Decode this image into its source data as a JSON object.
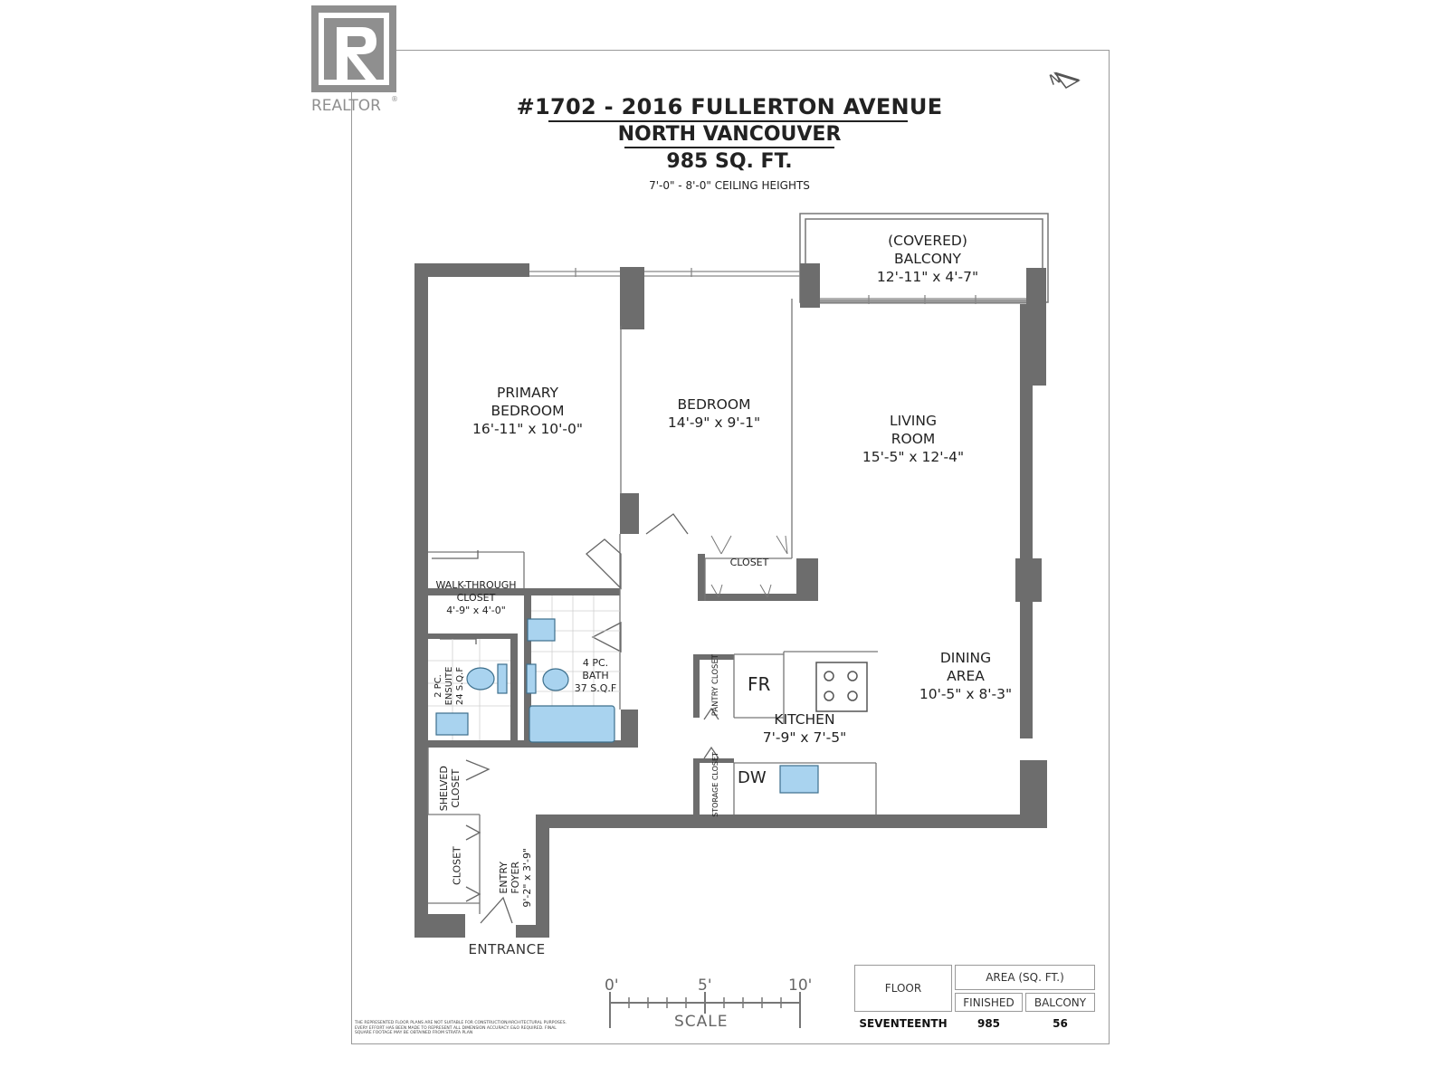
{
  "brand": {
    "name": "REALTOR",
    "trademark": "®"
  },
  "header": {
    "address": "#1702 - 2016 FULLERTON AVENUE",
    "city": "NORTH VANCOUVER",
    "total_area": "985 SQ. FT.",
    "ceiling": "7'-0\" - 8'-0\" CEILING HEIGHTS"
  },
  "compass": {
    "label": "N"
  },
  "rooms": {
    "balcony": {
      "line1": "(COVERED)",
      "line2": "BALCONY",
      "dims": "12'-11\" x 4'-7\""
    },
    "primary": {
      "line1": "PRIMARY",
      "line2": "BEDROOM",
      "dims": "16'-11\" x 10'-0\""
    },
    "bedroom": {
      "line1": "BEDROOM",
      "dims": "14'-9\" x 9'-1\""
    },
    "living": {
      "line1": "LIVING",
      "line2": "ROOM",
      "dims": "15'-5\" x 12'-4\""
    },
    "closet_bedroom": {
      "label": "CLOSET"
    },
    "walkthrough": {
      "line1": "WALK-THROUGH",
      "line2": "CLOSET",
      "dims": "4'-9\" x 4'-0\""
    },
    "ensuite": {
      "line1": "2 PC.",
      "line2": "ENSUITE",
      "area": "24 S.Q.F"
    },
    "bath": {
      "line1": "4 PC.",
      "line2": "BATH",
      "area": "37 S.Q.F"
    },
    "pantry": {
      "label": "PANTRY CLOSET"
    },
    "dining": {
      "line1": "DINING",
      "line2": "AREA",
      "dims": "10'-5\" x 8'-3\""
    },
    "kitchen": {
      "line1": "KITCHEN",
      "dims": "7'-9\" x 7'-5\""
    },
    "storage": {
      "label": "STORAGE CLOSET"
    },
    "shelved": {
      "line1": "SHELVED",
      "line2": "CLOSET"
    },
    "closet_entry": {
      "label": "CLOSET"
    },
    "entry": {
      "line1": "ENTRY",
      "line2": "FOYER",
      "dims": "9'-2\" x 3'-9\""
    }
  },
  "appliances": {
    "fridge": "FR",
    "dishwasher": "DW"
  },
  "entrance": {
    "label": "ENTRANCE"
  },
  "scale": {
    "title": "SCALE",
    "ticks": [
      "0'",
      "5'",
      "10'"
    ]
  },
  "area_table": {
    "floor_header": "FLOOR",
    "area_header": "AREA (SQ. FT.)",
    "finished_header": "FINISHED",
    "balcony_header": "BALCONY",
    "floor": "SEVENTEENTH",
    "finished": "985",
    "balcony": "56"
  },
  "disclaimer": "THE REPRESENTED FLOOR PLANS ARE NOT SUITABLE FOR CONSTRUCTION/ARCHITECTURAL PURPOSES. EVERY EFFORT HAS BEEN MADE TO REPRESENT ALL DIMENSION ACCURACY. E&O REQUIRED. FINAL SQUARE FOOTAGE MAY BE OBTAINED FROM STRATA PLAN",
  "colors": {
    "wall": "#6d6d6d",
    "fixture": "#a9d3ef",
    "fixture_edge": "#3d6f8c",
    "logo": "#8f8f8f"
  }
}
